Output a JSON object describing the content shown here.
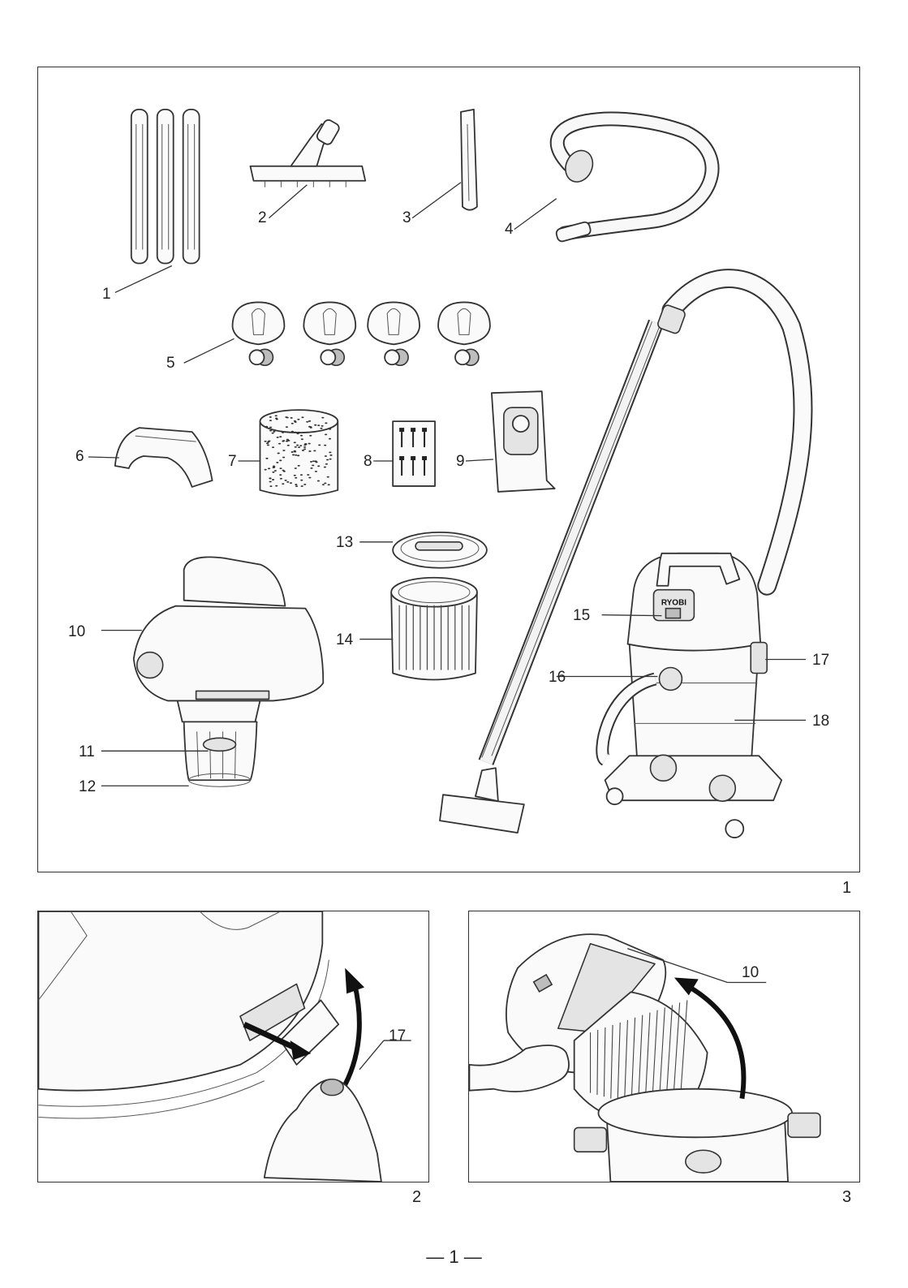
{
  "figures": [
    {
      "number": "1"
    },
    {
      "number": "2"
    },
    {
      "number": "3"
    }
  ],
  "fig1_callouts": [
    "1",
    "2",
    "3",
    "4",
    "5",
    "6",
    "7",
    "8",
    "9",
    "10",
    "11",
    "12",
    "13",
    "14",
    "15",
    "16",
    "17",
    "18"
  ],
  "fig2_callouts": [
    "17"
  ],
  "fig3_callouts": [
    "10"
  ],
  "brand_logo_text": "RYOBI",
  "page_number": "— 1 —"
}
